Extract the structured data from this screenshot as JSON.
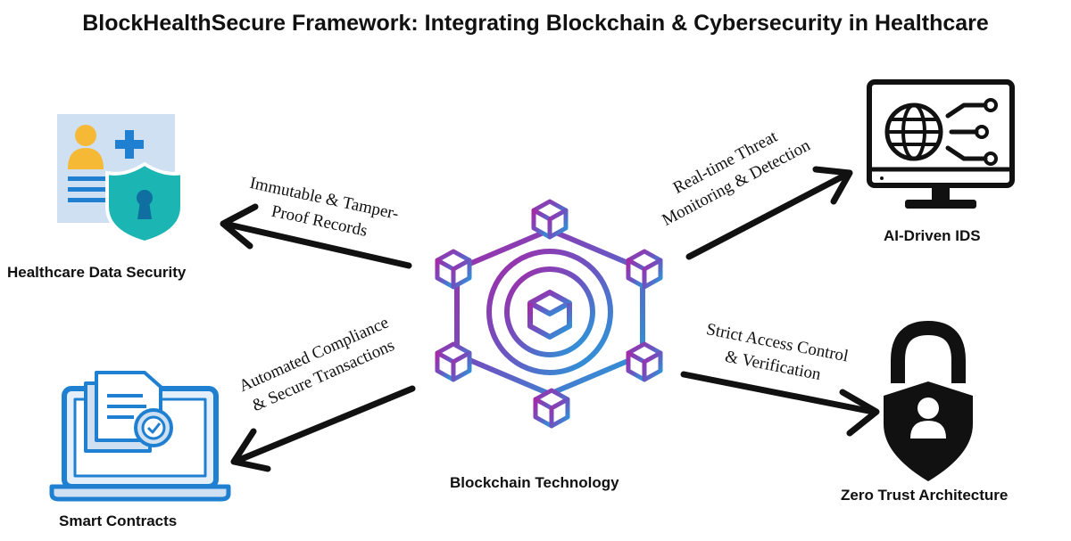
{
  "title": "BlockHealthSecure Framework: Integrating Blockchain & Cybersecurity in Healthcare",
  "nodes": {
    "center": {
      "label": "Blockchain Technology",
      "icon": "blockchain-network-icon"
    },
    "healthcare": {
      "label": "Healthcare Data Security",
      "icon": "patient-record-shield-icon"
    },
    "ai_ids": {
      "label": "AI-Driven IDS",
      "icon": "monitor-globe-network-icon"
    },
    "contracts": {
      "label": "Smart Contracts",
      "icon": "laptop-document-badge-icon"
    },
    "zero_trust": {
      "label": "Zero Trust Architecture",
      "icon": "padlock-user-icon"
    }
  },
  "edges": {
    "healthcare": {
      "line1": "Immutable & Tamper-",
      "line2": "Proof Records"
    },
    "ai_ids": {
      "line1": "Real-time Threat",
      "line2": "Monitoring & Detection"
    },
    "contracts": {
      "line1": "Automated Compliance",
      "line2": "& Secure Transactions"
    },
    "zero_trust": {
      "line1": "Strict Access Control",
      "line2": "& Verification"
    }
  },
  "colors": {
    "gradient_purple": "#9b2fa8",
    "gradient_blue": "#2b8fd8",
    "record_blue": "#1f7fd0",
    "shield_teal": "#1bb5b3",
    "person_yellow": "#f5b935",
    "card_bg": "#cfe0f3",
    "dark": "#111111"
  }
}
